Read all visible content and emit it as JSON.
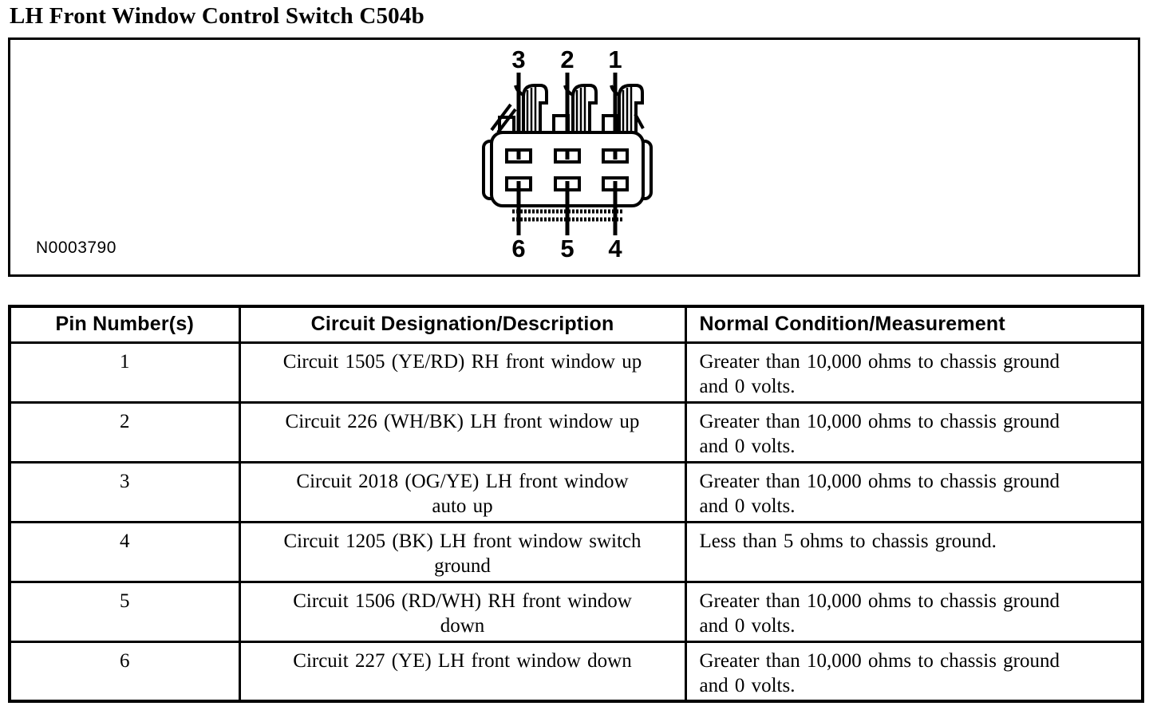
{
  "page": {
    "title": "LH Front Window Control Switch C504b"
  },
  "figure": {
    "id_label": "N0003790",
    "description": "6-pin connector face view",
    "pin_labels_top": [
      "3",
      "2",
      "1"
    ],
    "pin_labels_bottom": [
      "6",
      "5",
      "4"
    ]
  },
  "table": {
    "headers": [
      "Pin Number(s)",
      "Circuit Designation/Description",
      "Normal Condition/Measurement"
    ],
    "rows": [
      {
        "pin": "1",
        "circuit": "Circuit 1505 (YE/RD) RH front window up",
        "condition": "Greater than 10,000 ohms to chassis ground and 0 volts."
      },
      {
        "pin": "2",
        "circuit": "Circuit 226 (WH/BK) LH front window up",
        "condition": "Greater than 10,000 ohms to chassis ground and 0 volts."
      },
      {
        "pin": "3",
        "circuit": "Circuit 2018 (OG/YE) LH front window auto up",
        "condition": "Greater than 10,000 ohms to chassis ground and 0 volts."
      },
      {
        "pin": "4",
        "circuit": "Circuit 1205 (BK) LH front window switch ground",
        "condition": "Less than 5 ohms to chassis ground."
      },
      {
        "pin": "5",
        "circuit": "Circuit 1506 (RD/WH) RH front window down",
        "condition": "Greater than 10,000 ohms to chassis ground and 0 volts."
      },
      {
        "pin": "6",
        "circuit": "Circuit 227 (YE) LH front window down",
        "condition": "Greater than 10,000 ohms to chassis ground and 0 volts."
      }
    ]
  },
  "colors": {
    "ink": "#000000",
    "background": "#ffffff"
  }
}
